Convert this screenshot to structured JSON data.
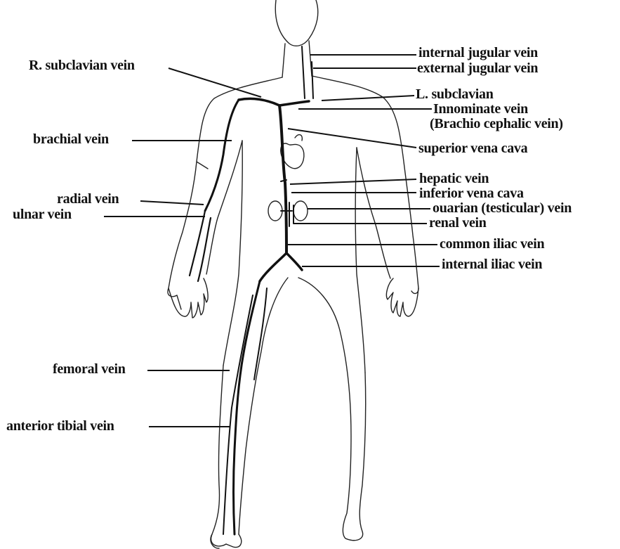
{
  "colors": {
    "ink": "#111111",
    "outline": "#222222",
    "background": "#ffffff"
  },
  "labels": {
    "internal_jugular": "internal jugular vein",
    "external_jugular": "external jugular vein",
    "r_subclavian": "R. subclavian vein",
    "l_subclavian": "L. subclavian",
    "innominate": "Innominate vein",
    "brachio_cephalic": "(Brachio cephalic vein)",
    "brachial": "brachial vein",
    "superior_vena_cava": "superior vena cava",
    "hepatic": "hepatic vein",
    "inferior_vena_cava": "inferior vena cava",
    "radial": "radial vein",
    "ovarian": "ouarian (testicular) vein",
    "ulnar": "ulnar vein",
    "renal": "renal vein",
    "common_iliac": "common iliac vein",
    "internal_iliac": "internal iliac vein",
    "femoral": "femoral vein",
    "anterior_tibial": "anterior tibial vein"
  }
}
